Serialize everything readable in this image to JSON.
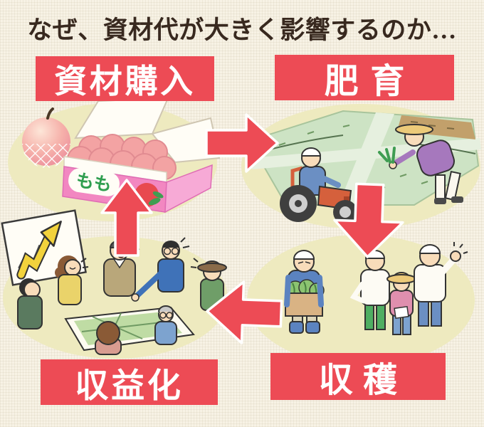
{
  "title": "なぜ、資材代が大きく影響するのか…",
  "cycle_steps": [
    {
      "id": "materials-purchase",
      "label": "資材購入"
    },
    {
      "id": "growing",
      "label": "肥育"
    },
    {
      "id": "harvest",
      "label": "収穫"
    },
    {
      "id": "monetization",
      "label": "収益化"
    }
  ],
  "illustrations": {
    "peach_box_brand": "もも",
    "scenes": [
      {
        "id": "materials",
        "description": "netted peach beside an open box of peaches labeled もも"
      },
      {
        "id": "growing",
        "description": "farmer on orange tractor and farmer in straw hat planting seedlings in green field"
      },
      {
        "id": "harvest",
        "description": "farmer carrying box of produce and trio of farmers, one giving thumbs up"
      },
      {
        "id": "monetization",
        "description": "group of growers discussing around a farm map with rising profit chart"
      }
    ]
  },
  "colors": {
    "accent_red": "#ed4b55",
    "background_cream": "#f7f2e5",
    "title_brown": "#38291f",
    "scene_ellipse": "#eeeabf",
    "peach_box_pink": "#f287c1",
    "brand_green": "#2f9e4f",
    "chart_arrow_yellow": "#f2d23c"
  }
}
